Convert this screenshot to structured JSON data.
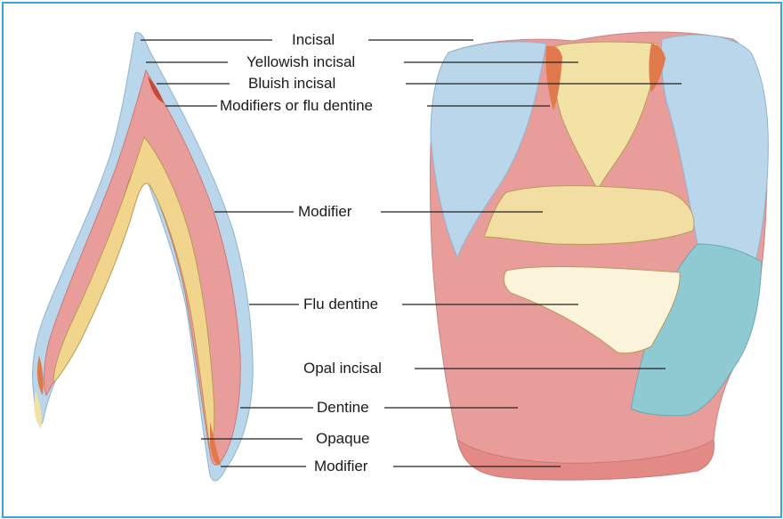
{
  "labels": {
    "incisal": "Incisal",
    "yellowish_incisal": "Yellowish incisal",
    "bluish_incisal": "Bluish incisal",
    "modifiers_flu_dentine": "Modifiers or flu dentine",
    "modifier_mid": "Modifier",
    "flu_dentine": "Flu dentine",
    "opal_incisal": "Opal incisal",
    "dentine": "Dentine",
    "opaque": "Opaque",
    "modifier_bottom": "Modifier"
  },
  "colors": {
    "frame": "#3aa6d8",
    "enamel_blue": "#b9d6ea",
    "dentine_pink": "#e99d9a",
    "yellow": "#f3e2a6",
    "orange": "#e07a4d",
    "teal": "#8fcad2",
    "cream": "#fbf3da"
  }
}
